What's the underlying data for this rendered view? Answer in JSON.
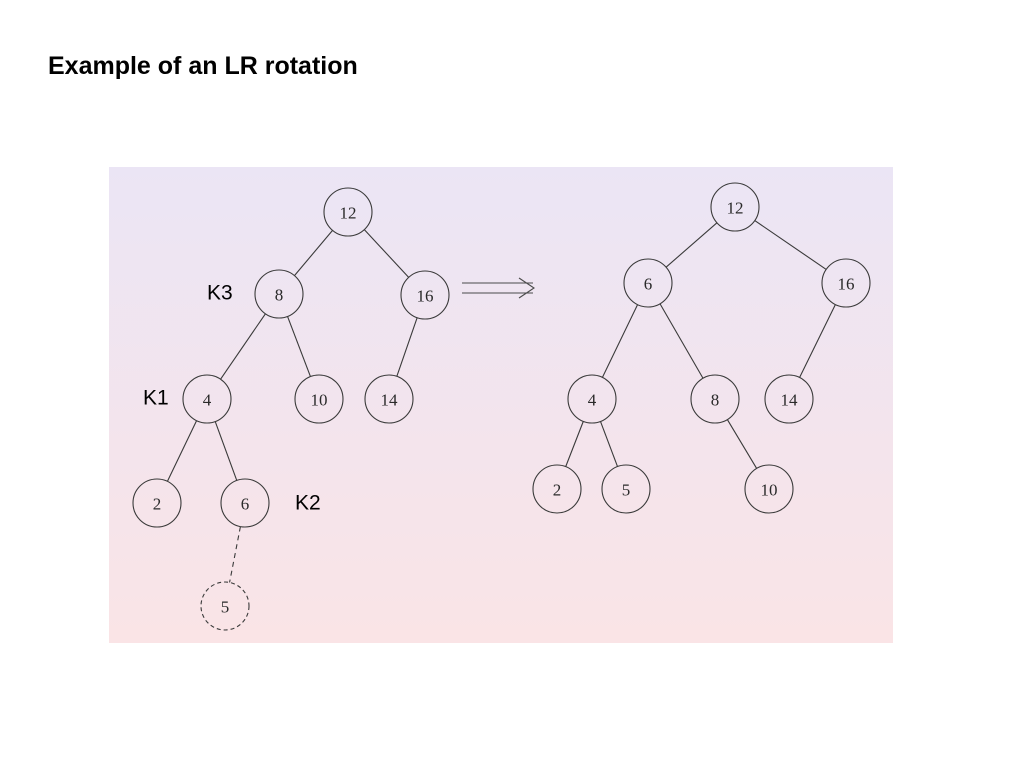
{
  "slide": {
    "title": "Example of an LR rotation"
  },
  "diagram": {
    "background": {
      "top_color": "#ebe5f5",
      "bottom_color": "#fae4e6"
    },
    "before_tree": {
      "nodes": [
        {
          "id": "b12",
          "label": "12"
        },
        {
          "id": "b8",
          "label": "8"
        },
        {
          "id": "b16",
          "label": "16"
        },
        {
          "id": "b4",
          "label": "4"
        },
        {
          "id": "b10",
          "label": "10"
        },
        {
          "id": "b14",
          "label": "14"
        },
        {
          "id": "b2",
          "label": "2"
        },
        {
          "id": "b6",
          "label": "6"
        },
        {
          "id": "b5",
          "label": "5",
          "inserted": true
        }
      ],
      "edges": [
        [
          "b12",
          "b8"
        ],
        [
          "b12",
          "b16"
        ],
        [
          "b8",
          "b4"
        ],
        [
          "b8",
          "b10"
        ],
        [
          "b16",
          "b14"
        ],
        [
          "b4",
          "b2"
        ],
        [
          "b4",
          "b6"
        ],
        [
          "b6",
          "b5",
          "dashed"
        ]
      ],
      "annotations": {
        "k3": "K3",
        "k1": "K1",
        "k2": "K2"
      }
    },
    "after_tree": {
      "nodes": [
        {
          "id": "a12",
          "label": "12"
        },
        {
          "id": "a6",
          "label": "6"
        },
        {
          "id": "a16",
          "label": "16"
        },
        {
          "id": "a4",
          "label": "4"
        },
        {
          "id": "a8",
          "label": "8"
        },
        {
          "id": "a14",
          "label": "14"
        },
        {
          "id": "a2",
          "label": "2"
        },
        {
          "id": "a5",
          "label": "5"
        },
        {
          "id": "a10",
          "label": "10"
        }
      ],
      "edges": [
        [
          "a12",
          "a6"
        ],
        [
          "a12",
          "a16"
        ],
        [
          "a6",
          "a4"
        ],
        [
          "a6",
          "a8"
        ],
        [
          "a16",
          "a14"
        ],
        [
          "a4",
          "a2"
        ],
        [
          "a4",
          "a5"
        ],
        [
          "a8",
          "a10"
        ]
      ]
    },
    "transition_arrow": "double-right-arrow"
  }
}
